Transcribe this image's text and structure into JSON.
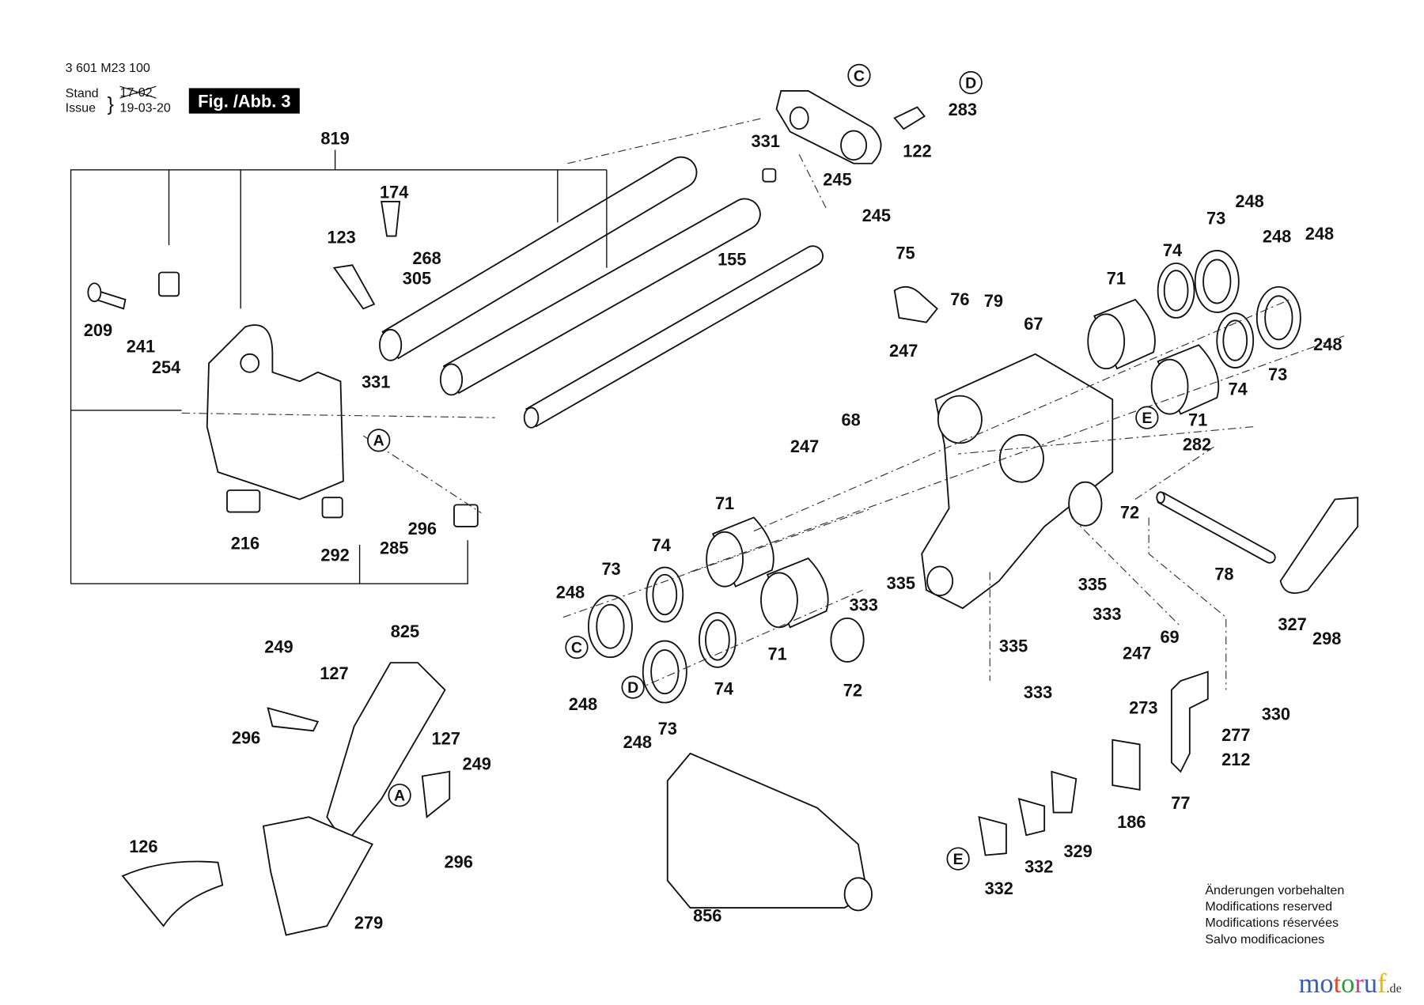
{
  "header": {
    "part_number": "3 601 M23 100",
    "stand_label": "Stand",
    "issue_label": "Issue",
    "old_date": "17-02",
    "issue_date": "19-03-20",
    "figure_label": "Fig. /Abb. 3"
  },
  "part_labels": [
    "819",
    "174",
    "123",
    "268",
    "305",
    "155",
    "209",
    "241",
    "254",
    "331",
    "216",
    "292",
    "285",
    "296",
    "331",
    "122",
    "283",
    "245",
    "245",
    "75",
    "76",
    "79",
    "67",
    "247",
    "71",
    "74",
    "73",
    "248",
    "248",
    "248",
    "248",
    "73",
    "74",
    "71",
    "282",
    "68",
    "247",
    "71",
    "74",
    "73",
    "248",
    "248",
    "248",
    "73",
    "74",
    "71",
    "72",
    "72",
    "333",
    "335",
    "335",
    "333",
    "335",
    "333",
    "78",
    "327",
    "298",
    "247",
    "69",
    "273",
    "277",
    "330",
    "212",
    "186",
    "77",
    "329",
    "332",
    "332",
    "856",
    "825",
    "249",
    "127",
    "296",
    "127",
    "249",
    "296",
    "126",
    "279"
  ],
  "reference_markers": [
    "C",
    "D",
    "A",
    "E",
    "C",
    "D",
    "A",
    "E"
  ],
  "notes": [
    "Änderungen vorbehalten",
    "Modifications reserved",
    "Modifications réservées",
    "Salvo modificaciones"
  ],
  "logo": {
    "text": "motoruf",
    "suffix": ".de",
    "letter_colors": [
      "#3b5bb5",
      "#3b5bb5",
      "#e04a2f",
      "#2d9e3a",
      "#d93a8c",
      "#3b5bb5",
      "#f2b705"
    ]
  }
}
